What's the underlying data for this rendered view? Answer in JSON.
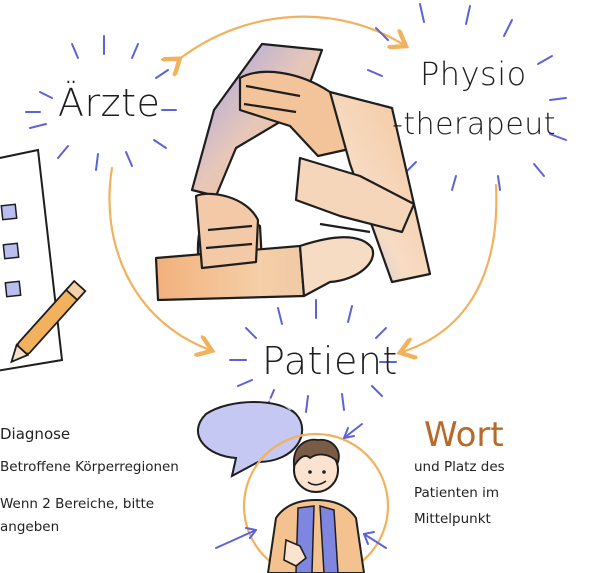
{
  "labels": {
    "aerzte": "Ärzte",
    "physio_line1": "Physio",
    "physio_line2": "-therapeut",
    "patient": "Patient",
    "wort": "Wort",
    "wort_text": [
      "und Platz des",
      "Patienten im",
      "Mittelpunkt"
    ],
    "notes": [
      "Diagnose",
      "Betroffene Körperregionen",
      "Wenn 2 Bereiche, bitte",
      "angeben"
    ]
  },
  "colors": {
    "accent_orange": "#f2b15d",
    "accent_blue": "#5b63d6",
    "skin_orange": "#f1b98c",
    "skin_blue": "#aeb4ee",
    "ink": "#1e1e1e",
    "wort_brown": "#b86a2a"
  },
  "icons": [
    "clipboard-icon",
    "pencil-icon",
    "speech-bubble-icon",
    "person-icon",
    "hands-icon"
  ]
}
